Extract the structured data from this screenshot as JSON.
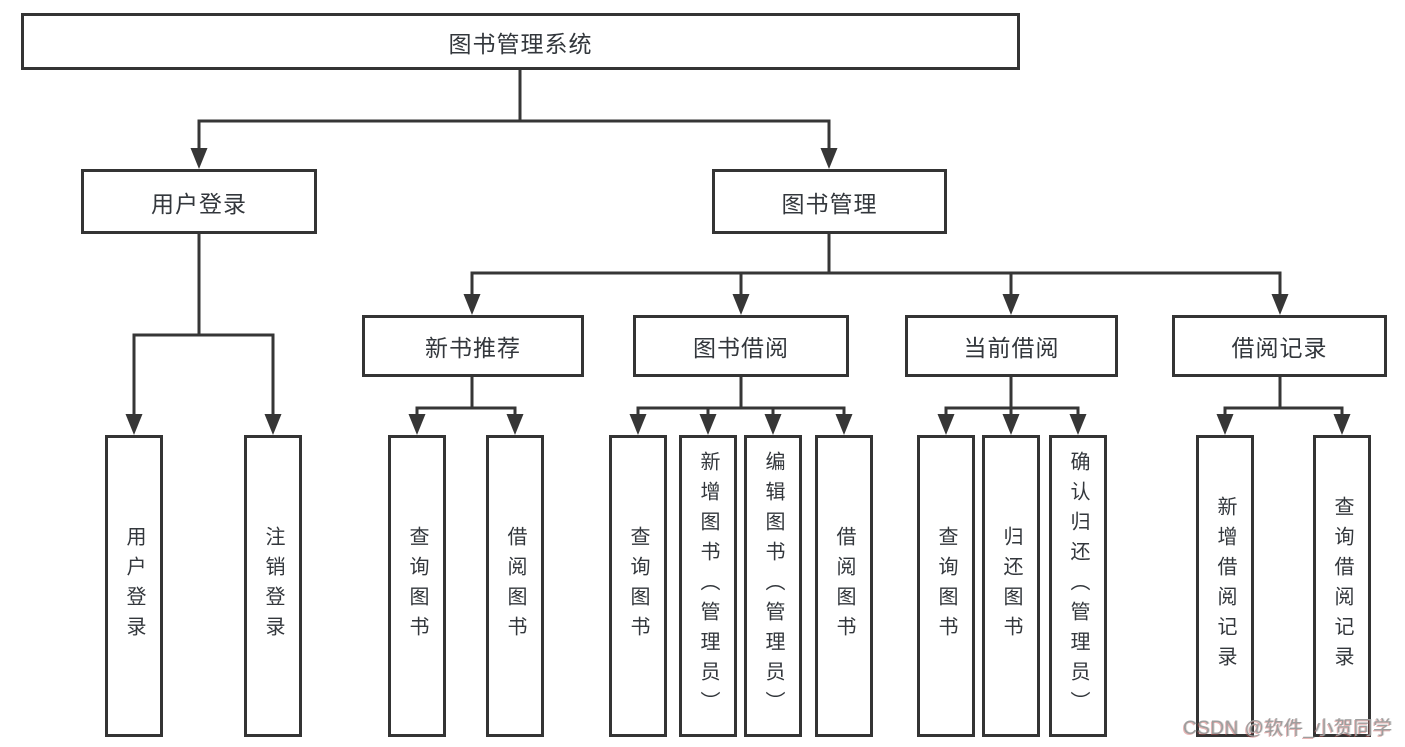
{
  "colors": {
    "background": "#ffffff",
    "line": "#363636",
    "box_border": "#343434",
    "box_text": "#33373c",
    "watermark_gray": "#9e9e9e",
    "watermark_red_fringe": "#cd5c58"
  },
  "watermark": {
    "text": "CSDN @软件_小贺同学"
  },
  "tree": {
    "label": "图书管理系统",
    "children": [
      {
        "label": "用户登录",
        "children": [
          {
            "label": "用户登录"
          },
          {
            "label": "注销登录"
          }
        ]
      },
      {
        "label": "图书管理",
        "children": [
          {
            "label": "新书推荐",
            "children": [
              {
                "label": "查询图书"
              },
              {
                "label": "借阅图书"
              }
            ]
          },
          {
            "label": "图书借阅",
            "children": [
              {
                "label": "查询图书"
              },
              {
                "label": "新增图书（管理员）"
              },
              {
                "label": "编辑图书（管理员）"
              },
              {
                "label": "借阅图书"
              }
            ]
          },
          {
            "label": "当前借阅",
            "children": [
              {
                "label": "查询图书"
              },
              {
                "label": "归还图书"
              },
              {
                "label": "确认归还（管理员）"
              }
            ]
          },
          {
            "label": "借阅记录",
            "children": [
              {
                "label": "新增借阅记录"
              },
              {
                "label": "查询借阅记录"
              }
            ]
          }
        ]
      }
    ]
  }
}
